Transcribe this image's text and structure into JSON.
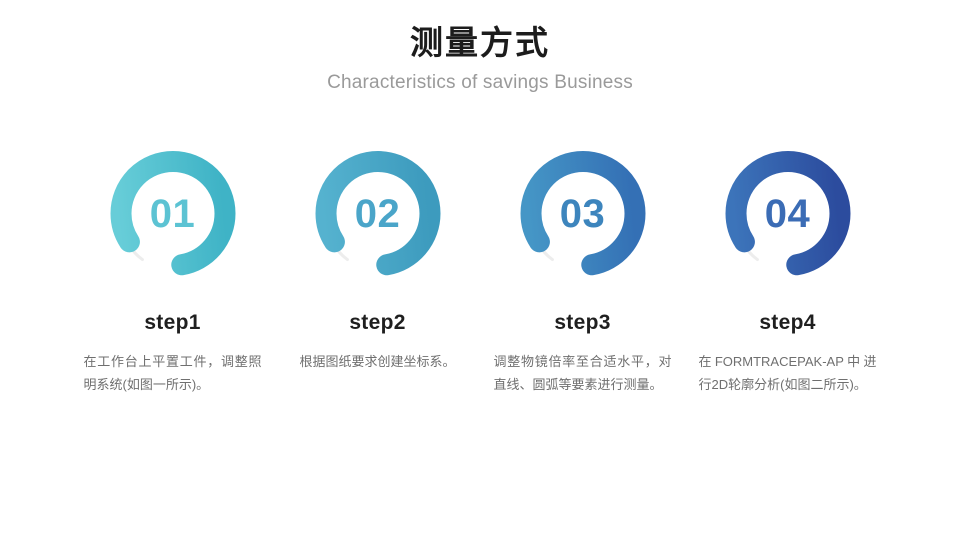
{
  "header": {
    "title": "测量方式",
    "subtitle": "Characteristics of savings Business"
  },
  "colors": {
    "title": "#1c1c1c",
    "subtitle": "#9a9a9a",
    "body_text": "#6f6f6f",
    "track": "#ededed",
    "background": "#ffffff"
  },
  "steps": [
    {
      "number": "01",
      "label": "step1",
      "description": "在工作台上平置工件，调整照明系统(如图一所示)。",
      "ring_color_start": "#67cdd8",
      "ring_color_end": "#3fb3c6",
      "number_color": "#5cc3d3"
    },
    {
      "number": "02",
      "label": "step2",
      "description": "根据图纸要求创建坐标系。",
      "ring_color_start": "#55b2cf",
      "ring_color_end": "#3d9bbe",
      "number_color": "#4aa5c9"
    },
    {
      "number": "03",
      "label": "step3",
      "description": "调整物镜倍率至合适水平，对直线、圆弧等要素进行测量。",
      "ring_color_start": "#4596c6",
      "ring_color_end": "#3470b5",
      "number_color": "#3d85bd"
    },
    {
      "number": "04",
      "label": "step4",
      "description": "在FORMTRACEPAK-AP中进行2D轮廓分析(如图二所示)。",
      "ring_color_start": "#3c74ba",
      "ring_color_end": "#2c4c9e",
      "number_color": "#3b6cb5"
    }
  ]
}
